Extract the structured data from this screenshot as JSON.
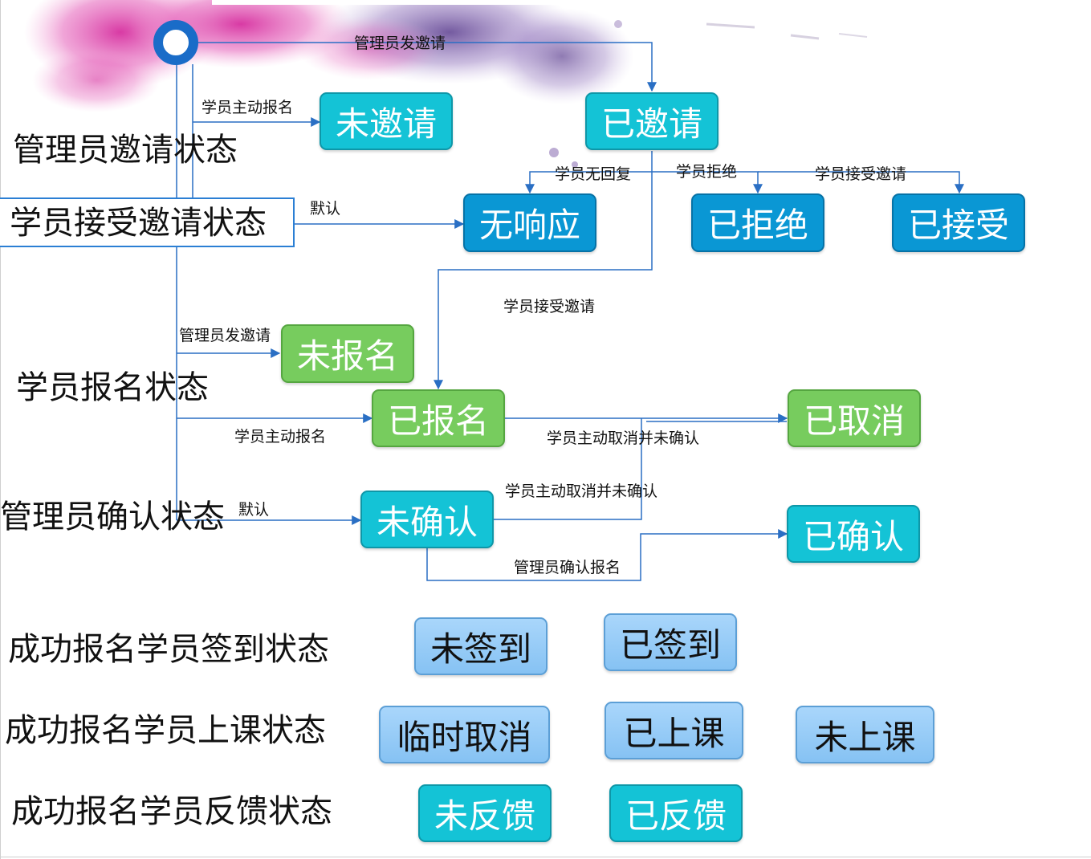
{
  "categories": {
    "admin_invite": "管理员邀请状态",
    "student_accept": "学员接受邀请状态",
    "student_signup": "学员报名状态",
    "admin_confirm": "管理员确认状态",
    "checkin": "成功报名学员签到状态",
    "attendance": "成功报名学员上课状态",
    "feedback": "成功报名学员反馈状态"
  },
  "nodes": {
    "not_invited": "未邀请",
    "invited": "已邀请",
    "no_response": "无响应",
    "rejected": "已拒绝",
    "accepted": "已接受",
    "not_signed": "未报名",
    "signed": "已报名",
    "cancelled": "已取消",
    "unconfirmed": "未确认",
    "confirmed": "已确认",
    "not_checked_in": "未签到",
    "checked_in": "已签到",
    "temp_cancel": "临时取消",
    "attended": "已上课",
    "not_attended": "未上课",
    "no_feedback": "未反馈",
    "feedback_done": "已反馈"
  },
  "edges": {
    "admin_send_invite_top": "管理员发邀请",
    "student_self_signup_top": "学员主动报名",
    "default_accept": "默认",
    "no_reply": "学员无回复",
    "reject": "学员拒绝",
    "accept_invite_right": "学员接受邀请",
    "accept_invite_down": "学员接受邀请",
    "admin_send_invite_mid": "管理员发邀请",
    "student_self_signup_mid": "学员主动报名",
    "cancel_unconfirmed_1": "学员主动取消并未确认",
    "cancel_unconfirmed_2": "学员主动取消并未确认",
    "default_confirm": "默认",
    "admin_confirm_signup": "管理员确认报名"
  },
  "colors": {
    "teal": "#14c3d6",
    "blue": "#0a97d4",
    "green": "#77cc5e",
    "light_blue": "#9fd0f8",
    "connector": "#2a6fc4",
    "start_ring": "#1a6cc8"
  },
  "icons": {
    "start": "start-ring-icon"
  }
}
